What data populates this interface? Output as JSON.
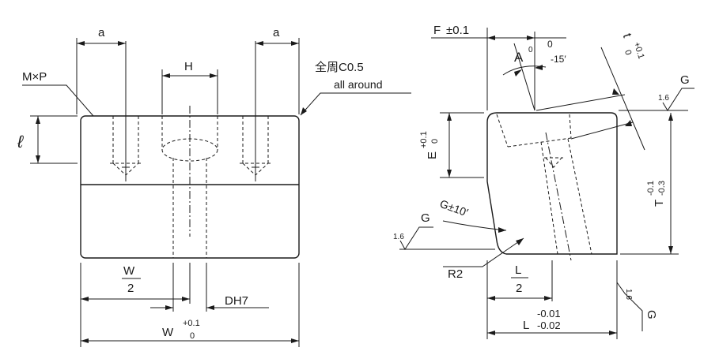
{
  "front_view": {
    "dim_a_left": "a",
    "dim_a_right": "a",
    "dim_h": "H",
    "label_mp": "M×P",
    "chamfer_cn": "全周C0.5",
    "chamfer_en": "all around",
    "dim_l": "ℓ",
    "dim_w_half_num": "W",
    "dim_w_half_den": "2",
    "dim_dh7": "DH7",
    "dim_w_base": "W",
    "dim_w_tol_upper": "+0.1",
    "dim_w_tol_lower": "0"
  },
  "side_view": {
    "dim_f": "F",
    "dim_f_tol": "±0.1",
    "dim_a_angle": "A",
    "dim_a_deg": "0",
    "dim_a_tol_upper": "0",
    "dim_a_tol_lower": "-15′",
    "dim_t_base": "t",
    "dim_t_tol_upper": "+0.1",
    "dim_t_tol_lower": "0",
    "surface_g_top": "G",
    "roughness_top": "1.6",
    "dim_e_base": "E",
    "dim_e_tol_upper": "+0.1",
    "dim_e_tol_lower": "0",
    "dim_t_upper_base": "T",
    "dim_t_upper_tol_upper": "-0.1",
    "dim_t_upper_tol_lower": "-0.3",
    "surface_g_left": "G",
    "roughness_left": "1.6",
    "dim_g_angle": "G±10′",
    "dim_r2": "R2",
    "dim_l_half_num": "L",
    "dim_l_half_den": "2",
    "surface_g_right": "G",
    "roughness_right": "1.6",
    "dim_l_base": "L",
    "dim_l_tol_upper": "-0.01",
    "dim_l_tol_lower": "-0.02"
  }
}
